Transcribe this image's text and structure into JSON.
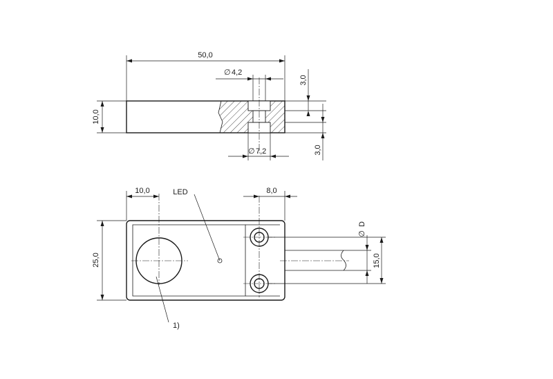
{
  "side_view": {
    "width_label": "50,0",
    "height_label": "10,0",
    "hole_small_label": "4,2",
    "hole_large_label": "7,2",
    "depth_top_label": "3,0",
    "depth_bottom_label": "3,0"
  },
  "top_view": {
    "sensor_offset_label": "10,0",
    "height_label": "25,0",
    "lug_width_label": "8,0",
    "hole_spacing_label": "15,0",
    "cable_diameter_label": "D",
    "led_label": "LED",
    "note_label": "1)"
  },
  "symbols": {
    "diameter": "∅"
  }
}
